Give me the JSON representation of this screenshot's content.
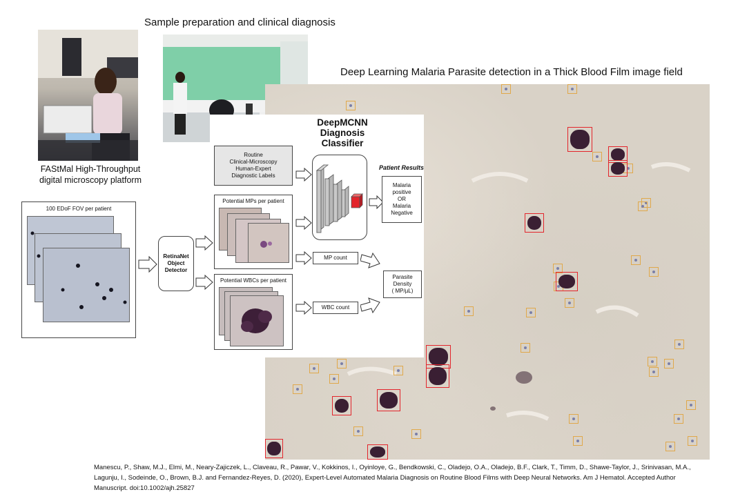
{
  "titles": {
    "sample_prep": "Sample preparation and clinical diagnosis",
    "deep_learning": "Deep Learning Malaria Parasite detection in a Thick Blood Film image field"
  },
  "fastmal": {
    "line1": "FAStMal High-Throughput",
    "line2": "digital microscopy platform"
  },
  "pipeline": {
    "fov_label": "100 EDoF FOV per patient",
    "retinanet": [
      "RetinaNet",
      "Object",
      "Detector"
    ],
    "mps_label": "Potential MPs per patient",
    "wbcs_label": "Potential WBCs per patient",
    "routine": [
      "Routine",
      "Clinical-Microscopy",
      "Human-Expert",
      "Diagnostic Labels"
    ],
    "classifier": [
      "DeepMCNN",
      "Diagnosis",
      "Classifier"
    ],
    "patient_results": "Patient Results",
    "result_box": [
      "Malaria",
      "positive",
      "OR",
      "Malaria",
      "Negative"
    ],
    "mp_count": "MP count",
    "wbc_count": "WBC count",
    "density": [
      "Parasite",
      "Density",
      "( MP/µL)"
    ]
  },
  "colors": {
    "detection_box": "#e0a84a",
    "wbc_box": "#e3242b",
    "network_final": "#e3242b",
    "network_layer": "#b8b8b8"
  },
  "citation": "Manescu, P., Shaw, M.J., Elmi, M., Neary-Zajiczek, L., Claveau, R., Pawar, V., Kokkinos, I., Oyinloye, G., Bendkowski, C., Oladejo, O.A., Oladejo, B.F., Clark, T., Timm, D., Shawe-Taylor, J., Srinivasan, M.A., Lagunju, I., Sodeinde, O., Brown, B.J. and Fernandez-Reyes, D. (2020), Expert-Level Automated Malaria Diagnosis on Routine Blood Films with Deep Neural Networks. Am J Hematol. Accepted Author Manuscript. doi:10.1002/ajh.25827"
}
